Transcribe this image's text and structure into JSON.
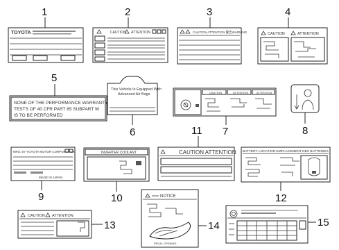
{
  "labels": {
    "l1": {
      "number": "1",
      "brand": "TOYOTA"
    },
    "l2": {
      "number": "2",
      "caution": "CAUTION",
      "attention": "ATTENTION"
    },
    "l3": {
      "number": "3",
      "header": "CAUTION    ATTENTION 警告WARNING"
    },
    "l4": {
      "number": "4",
      "caution": "CAUTION",
      "attention": "ATTENTION"
    },
    "l5": {
      "number": "5",
      "lines": [
        "NONE OF THE PERFORMANCE WARRANTY",
        "TESTS OF 40 CFR PART 85 SUBPART W",
        "IS TO BE PERFORMED"
      ]
    },
    "l6": {
      "number": "6",
      "lines": [
        "This Vehicle Is Equipped With",
        "Advanced Air Bags"
      ]
    },
    "l7": {
      "number": "7",
      "caution": "CAUTION",
      "attention": "ATTENTION"
    },
    "l8": {
      "number": "8"
    },
    "l9": {
      "number": "9",
      "maker": "MFD. BY TOYOTA MOTOR CORPORATION",
      "origin": "MADE IN JAPAN"
    },
    "l10": {
      "number": "10",
      "header": "INVERTER COOLANT"
    },
    "l11": {
      "number": "11",
      "header": "CAUTION  ATTENTION"
    },
    "l12": {
      "number": "12",
      "header": "BATTERY LOCATION  EMPLACEMENT DES BATTERIES"
    },
    "l13": {
      "number": "13",
      "caution": "CAUTION",
      "attention": "ATTENTION"
    },
    "l14": {
      "number": "14",
      "header": "NOTICE",
      "footer": "PEDAL OPENING"
    },
    "l15": {
      "number": "15"
    }
  }
}
